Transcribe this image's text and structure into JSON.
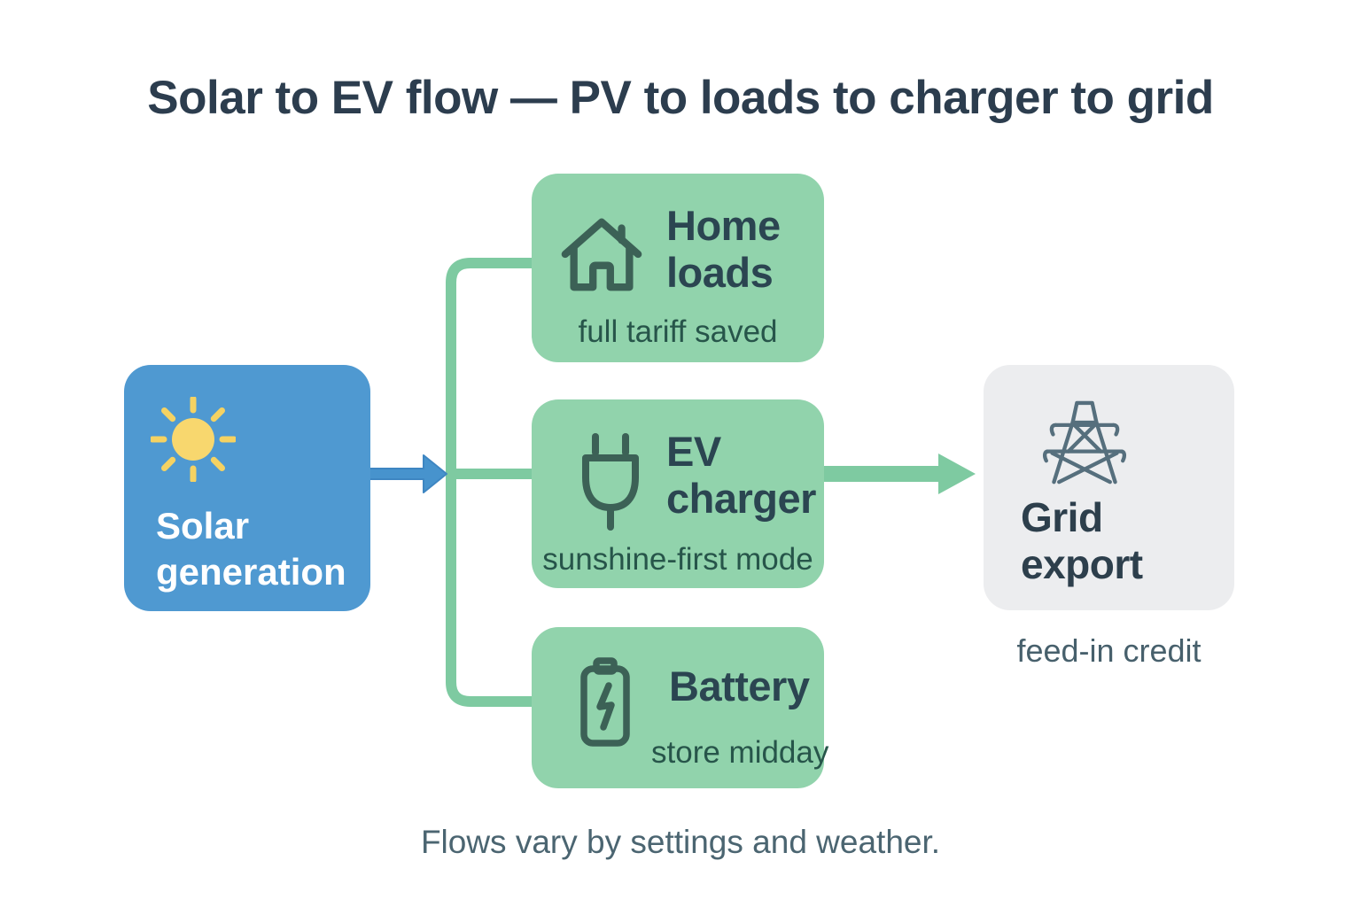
{
  "title": "Solar to EV flow — PV to loads to charger to grid",
  "footer_note": "Flows vary by settings and weather.",
  "colors": {
    "background": "#ffffff",
    "title_text": "#2c3d4e",
    "solar_blue": "#4f99d1",
    "flow_green": "#7ecaa1",
    "node_green": "#91d3ac",
    "grid_gray": "#ecedef",
    "node_title_text": "#2b4551",
    "node_subtitle_text": "#27554a",
    "icon_teal": "#3c6156",
    "tower_slate": "#566f7d",
    "sun_yellow": "#f8d76e",
    "caption_text": "#47606c",
    "footer_text": "#4b6571",
    "solar_label_text": "#ffffff"
  },
  "nodes": {
    "solar": {
      "icon": "sun-icon",
      "label_line1": "Solar",
      "label_line2": "generation"
    },
    "home_loads": {
      "icon": "house-icon",
      "label_line1": "Home",
      "label_line2": "loads",
      "subtitle": "full tariff saved"
    },
    "ev_charger": {
      "icon": "plug-icon",
      "label_line1": "EV",
      "label_line2": "charger",
      "subtitle": "sunshine-first mode"
    },
    "battery": {
      "icon": "battery-icon",
      "label": "Battery",
      "subtitle": "store midday"
    },
    "grid_export": {
      "icon": "tower-icon",
      "label_line1": "Grid",
      "label_line2": "export",
      "caption": "feed-in credit"
    }
  }
}
